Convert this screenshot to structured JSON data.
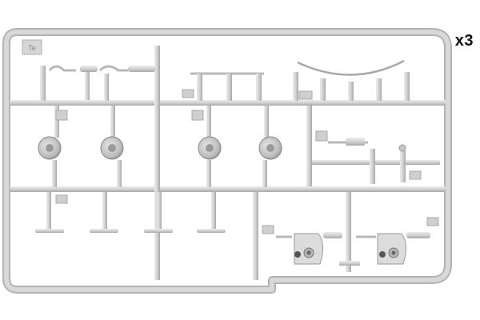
{
  "quantity_label": "x3",
  "sprue_letter": "Te",
  "colors": {
    "plastic": "#d2d2d2",
    "plastic_dark": "#9a9a9a",
    "plastic_shadow": "#b0b0b0",
    "background": "#ffffff",
    "text": "#111111"
  },
  "parts": [
    {
      "id": "part-1",
      "type": "rod"
    },
    {
      "id": "part-2",
      "type": "bracket"
    },
    {
      "id": "part-3",
      "type": "cable-arc"
    },
    {
      "id": "part-4",
      "type": "wheel-assembly"
    },
    {
      "id": "part-5",
      "type": "wheel-assembly"
    },
    {
      "id": "part-6",
      "type": "wheel-assembly"
    },
    {
      "id": "part-7",
      "type": "wheel-assembly"
    },
    {
      "id": "part-8",
      "type": "lever"
    },
    {
      "id": "part-9",
      "type": "pin"
    },
    {
      "id": "part-10",
      "type": "foot-stand"
    },
    {
      "id": "part-11",
      "type": "gear-housing"
    },
    {
      "id": "part-12",
      "type": "gear-housing"
    }
  ]
}
